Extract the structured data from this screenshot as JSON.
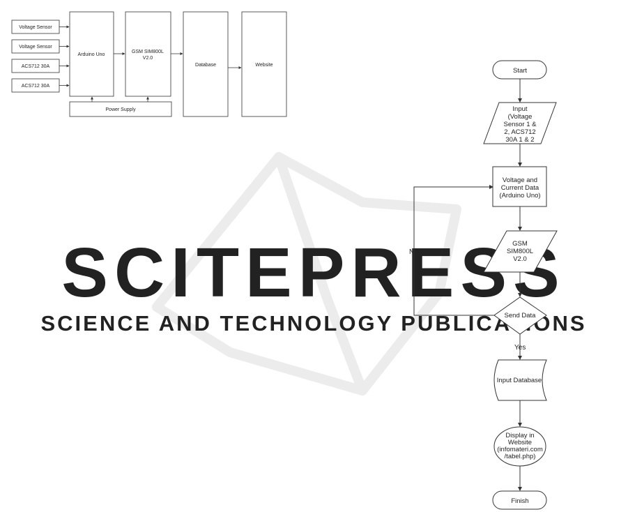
{
  "watermark": {
    "title": "SCITEPRESS",
    "subtitle": "SCIENCE AND TECHNOLOGY PUBLICATIONS",
    "color": "#ececec"
  },
  "block_diagram": {
    "voltage_sensor_1": "Voltage Sensor",
    "voltage_sensor_2": "Voltage Sensor",
    "acs712_1": "ACS712 30A",
    "acs712_2": "ACS712 30A",
    "arduino": "Arduino Uno",
    "gsm_line1": "GSM SIM800L",
    "gsm_line2": "V2.0",
    "database": "Database",
    "website": "Website",
    "power_supply": "Power Supply"
  },
  "flowchart": {
    "start": "Start",
    "input": [
      "Input",
      "(Voltage",
      "Sensor 1 &",
      "2, ACS712",
      "30A 1 & 2"
    ],
    "process": [
      "Voltage and",
      "Current Data",
      "(Arduino Uno)"
    ],
    "gsm": [
      "GSM",
      "SIM800L",
      "V2.0"
    ],
    "decision": "Send Data",
    "no_label": "No",
    "yes_label": "Yes",
    "input_db": "Input Database",
    "display": [
      "Display in",
      "Website",
      "(infomateri.com",
      "/tabel.php)"
    ],
    "finish": "Finish"
  },
  "colors": {
    "stroke": "#333333",
    "text": "#222222",
    "fill": "#ffffff"
  }
}
